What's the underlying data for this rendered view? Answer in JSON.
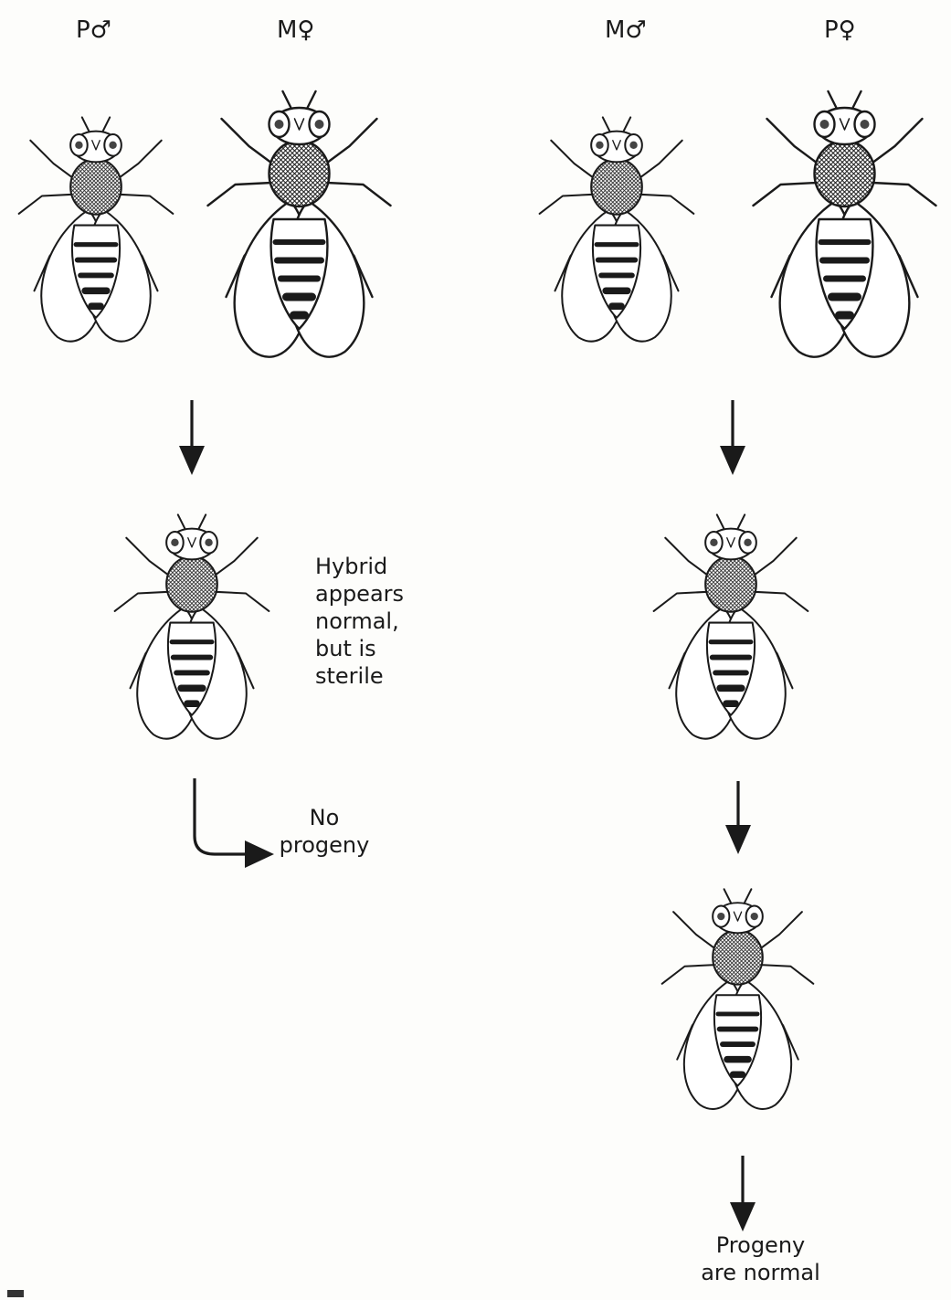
{
  "left_cross": {
    "male_label": "P♂",
    "female_label": "M♀",
    "hybrid_caption": [
      "Hybrid",
      "appears",
      "normal,",
      "but is",
      "sterile"
    ],
    "outcome_caption": [
      "No",
      "progeny"
    ]
  },
  "right_cross": {
    "male_label": "M♂",
    "female_label": "P♀",
    "outcome_caption": [
      "Progeny",
      "are normal"
    ]
  },
  "colors": {
    "ink": "#1a1a1a",
    "paper": "#fdfdfb"
  }
}
